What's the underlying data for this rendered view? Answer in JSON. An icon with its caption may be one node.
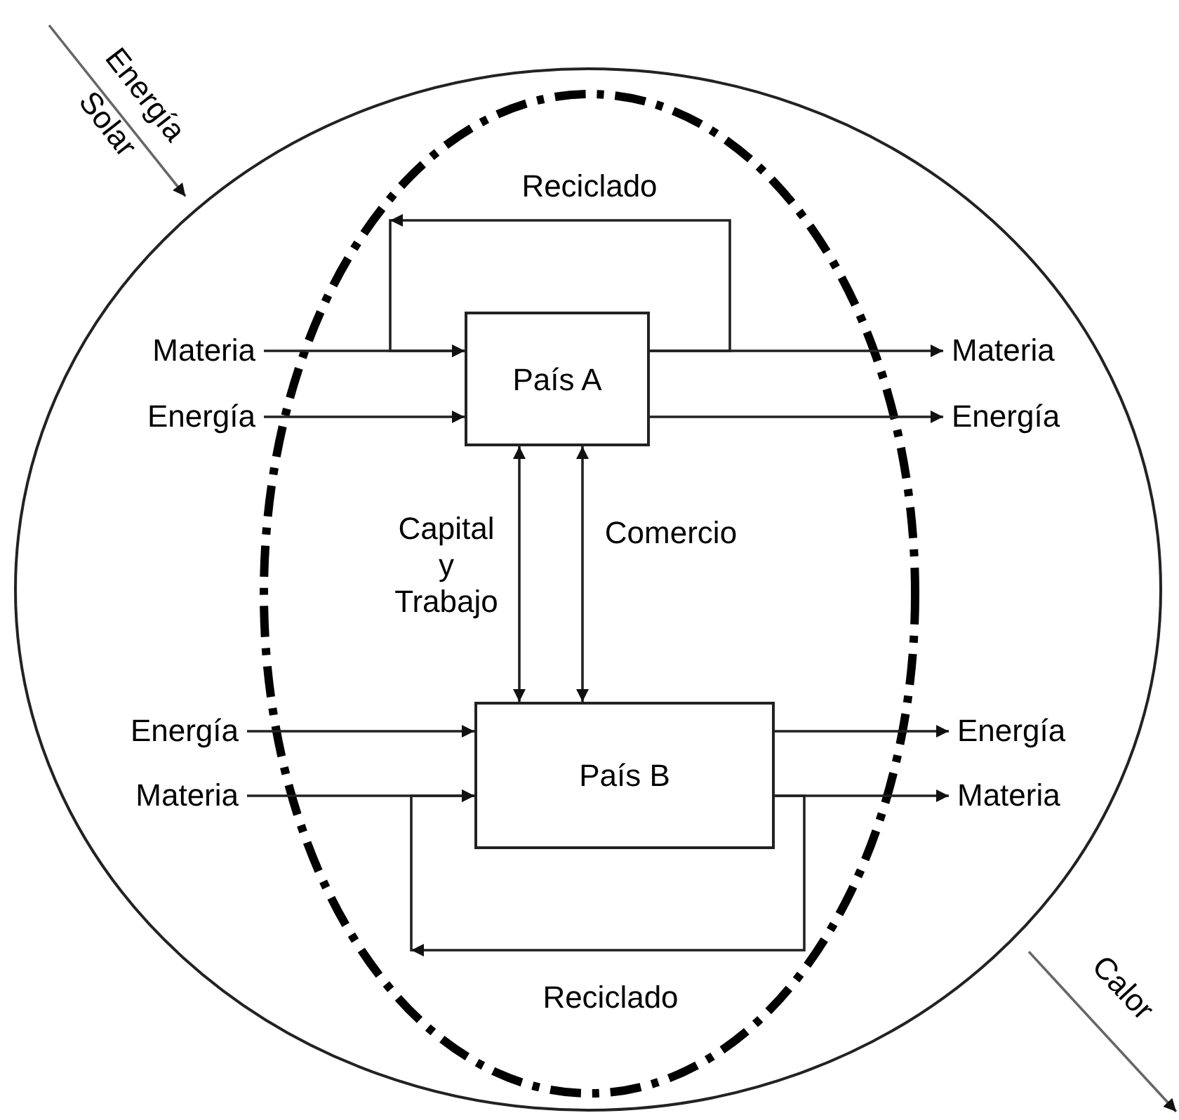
{
  "diagram": {
    "nodes": [
      {
        "text": [],
        "shape": "circle"
      },
      {
        "text": [],
        "shape": "ellipse",
        "in": 0
      },
      {
        "text": [
          "País A"
        ],
        "in": 1
      },
      {
        "text": [
          "País B"
        ],
        "in": 1
      },
      {
        "text": [
          "Materia"
        ],
        "in": 0
      },
      {
        "text": [
          "Energía"
        ],
        "in": 0
      },
      {
        "text": [
          "Materia"
        ],
        "in": 0
      },
      {
        "text": [
          "Energía"
        ],
        "in": 0
      },
      {
        "text": [
          "Energía"
        ],
        "in": 0
      },
      {
        "text": [
          "Materia"
        ],
        "in": 0
      },
      {
        "text": [
          "Energía"
        ],
        "in": 0
      },
      {
        "text": [
          "Materia"
        ],
        "in": 0
      }
    ],
    "edges": [
      {
        "from": 4,
        "to": 2,
        "arrow": "to"
      },
      {
        "from": 5,
        "to": 2,
        "arrow": "to"
      },
      {
        "from": 2,
        "to": 6,
        "arrow": "to"
      },
      {
        "from": 2,
        "to": 7,
        "arrow": "to"
      },
      {
        "from": 8,
        "to": 3,
        "arrow": "to"
      },
      {
        "from": 9,
        "to": 3,
        "arrow": "to"
      },
      {
        "from": 3,
        "to": 10,
        "arrow": "to"
      },
      {
        "from": 3,
        "to": 11,
        "arrow": "to"
      },
      {
        "from": 2,
        "to": 2,
        "arrow": "to",
        "label": "Reciclado"
      },
      {
        "from": 3,
        "to": 3,
        "arrow": "to",
        "label": "Reciclado"
      },
      {
        "from": 2,
        "to": 3,
        "arrow": "both",
        "label": "Capital y Trabajo"
      },
      {
        "from": 2,
        "to": 3,
        "arrow": "both",
        "label": "Comercio"
      },
      {
        "from": null,
        "to": 0,
        "arrow": "to",
        "label": "Energía Solar"
      },
      {
        "from": 0,
        "to": null,
        "arrow": "to",
        "label": "Calor"
      }
    ]
  }
}
